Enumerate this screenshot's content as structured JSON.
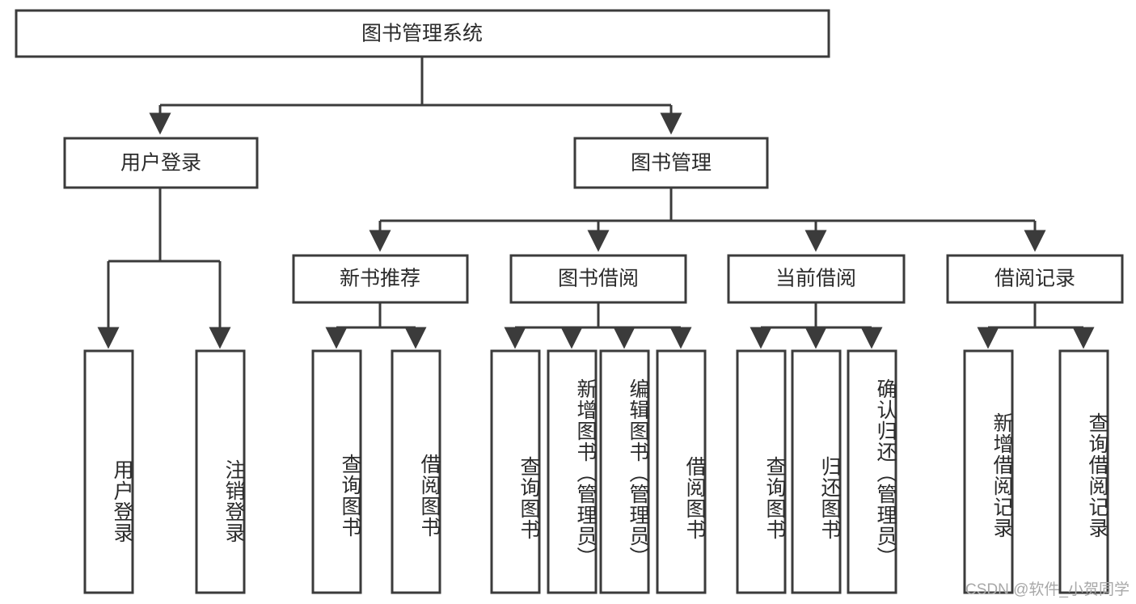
{
  "diagram": {
    "title": "图书管理系统",
    "type": "tree-hierarchy-diagram",
    "colors": {
      "stroke": "#3b3b3b",
      "fill": "#ffffff",
      "text": "#2b2b2b",
      "watermark": "#a8a8a8",
      "background": "#ffffff"
    },
    "root": {
      "id": "root",
      "label": "图书管理系统"
    },
    "level2": [
      {
        "id": "user-login",
        "label": "用户登录"
      },
      {
        "id": "book-management",
        "label": "图书管理"
      }
    ],
    "level3": [
      {
        "id": "new-book-recommend",
        "label": "新书推荐"
      },
      {
        "id": "book-borrow",
        "label": "图书借阅"
      },
      {
        "id": "current-borrow",
        "label": "当前借阅"
      },
      {
        "id": "borrow-record",
        "label": "借阅记录"
      }
    ],
    "leaves": {
      "user_login": [
        {
          "id": "leaf-user-login",
          "label": "用户登录"
        },
        {
          "id": "leaf-logout-login",
          "label": "注销登录"
        }
      ],
      "new_book_recommend": [
        {
          "id": "leaf-query-book-1",
          "label": "查询图书"
        },
        {
          "id": "leaf-borrow-book-1",
          "label": "借阅图书"
        }
      ],
      "book_borrow": [
        {
          "id": "leaf-query-book-2",
          "label": "查询图书"
        },
        {
          "id": "leaf-add-book",
          "label": "新增图书（管理员）"
        },
        {
          "id": "leaf-edit-book",
          "label": "编辑图书（管理员）"
        },
        {
          "id": "leaf-borrow-book-2",
          "label": "借阅图书"
        }
      ],
      "current_borrow": [
        {
          "id": "leaf-query-book-3",
          "label": "查询图书"
        },
        {
          "id": "leaf-return-book",
          "label": "归还图书"
        },
        {
          "id": "leaf-confirm-return",
          "label": "确认归还（管理员）"
        }
      ],
      "borrow_record": [
        {
          "id": "leaf-add-borrow-record",
          "label": "新增借阅记录"
        },
        {
          "id": "leaf-query-borrow-record",
          "label": "查询借阅记录"
        }
      ]
    },
    "watermark": "CSDN @软件_小贺同学"
  }
}
